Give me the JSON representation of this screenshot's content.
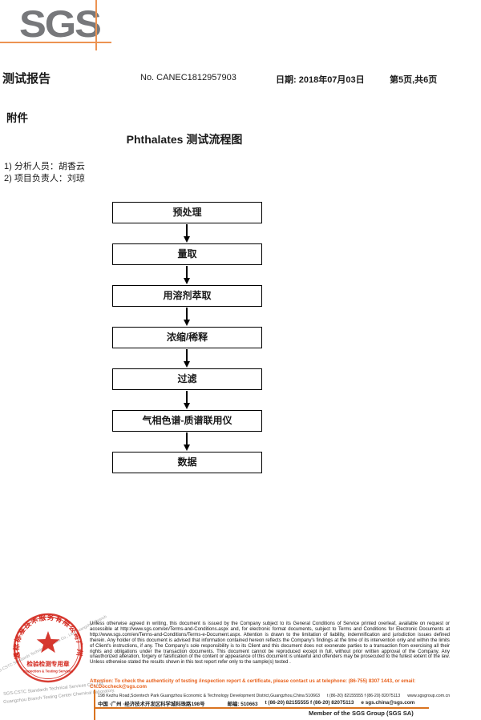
{
  "header": {
    "logo_text": "SGS",
    "doc_title": "测试报告",
    "report_no": "No. CANEC1812957903",
    "date": "日期: 2018年07月03日",
    "page_info": "第5页,共6页"
  },
  "body": {
    "attachment_label": "附件",
    "flow_title": "Phthalates 测试流程图",
    "personnel": [
      "1) 分析人员：胡香云",
      "2) 项目负责人：刘琼"
    ],
    "flow_steps": [
      "预处理",
      "量取",
      "用溶剂萃取",
      "浓缩/稀释",
      "过滤",
      "气相色谱-质谱联用仪",
      "数据"
    ]
  },
  "stamp": {
    "ring_text": "通标标准技术服务有限公司广州分公司",
    "center_cn": "检验检测专用章",
    "center_en": "Inspection & Testing Services",
    "watermark_diagonal": "SGS-CSTC Standards Technical Services Co., Ltd. Guangzhou Branch",
    "company_en_1": "SGS-CSTC Standards Technical Services Co., Ltd.",
    "company_en_2": "Guangzhou Branch Testing Center Chemical Laboratory."
  },
  "footer": {
    "legal_text": "Unless otherwise agreed in writing, this document is issued by the Company subject to its General Conditions of Service printed overleaf, available on request or accessible at http://www.sgs.com/en/Terms-and-Conditions.aspx and, for electronic format documents, subject to Terms and Conditions for Electronic Documents at http://www.sgs.com/en/Terms-and-Conditions/Terms-e-Document.aspx. Attention is drawn to the limitation of liability, indemnification and jurisdiction issues defined therein. Any holder of this document is advised that information contained hereon reflects the Company's findings at the time of its intervention only and within the limits of Client's instructions, if any. The Company's sole responsibility is to its Client and this document does not exonerate parties to a transaction from exercising all their rights and obligations under the transaction documents. This document cannot be reproduced except in full, without prior written approval of the Company. Any unauthorized alteration, forgery or falsification of the content or appearance of this document is unlawful and offenders may be prosecuted to the fullest extent of the law. Unless otherwise stated the results shown in this test report refer only to the sample(s) tested .",
    "attention_text": "Attention: To check the authenticity of testing /inspection report & certificate, please contact us at telephone: (86-755) 8307 1443, or email: CN.Doccheck@sgs.com",
    "address_en": "198 Kezhu Road,Scientech Park Guangzhou Economic & Technology Development District,Guangzhou,China 510663",
    "contact_en": "t (86-20) 82155555   f (86-20) 82075113",
    "website_en": "www.sgsgroup.com.cn",
    "address_cn": "中国 ·广州 ·经济技术开发区科学城科珠路198号",
    "postcode_cn": "邮编: 510663",
    "contact_cn": "t (86-20) 82155555   f (86-20) 82075113",
    "email_cn": "e sgs.china@sgs.com",
    "member_line": "Member of the SGS Group (SGS SA)"
  },
  "colors": {
    "logo_grey": "#77787b",
    "crop_orange_top": "#ec9352",
    "crop_orange_bottom": "#d9731f",
    "attention_orange": "#e8611c",
    "stamp_red": "#d3281e",
    "watermark_grey": "#9b9b9b"
  }
}
